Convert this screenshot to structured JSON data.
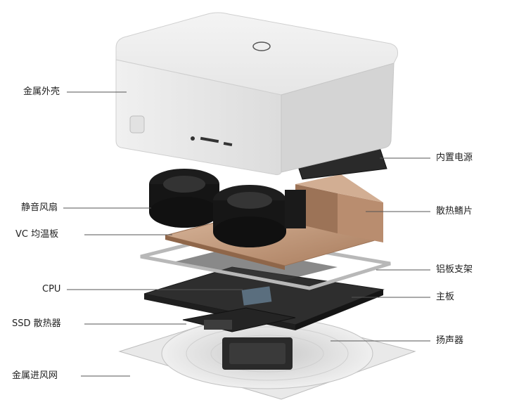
{
  "diagram": {
    "left_labels": [
      {
        "id": "metal-shell",
        "text": "金属外壳"
      },
      {
        "id": "silent-fan",
        "text": "静音风扇"
      },
      {
        "id": "vc-plate",
        "text": "VC 均温板"
      },
      {
        "id": "cpu",
        "text": "CPU"
      },
      {
        "id": "ssd-heatsink",
        "text": "SSD 散热器"
      },
      {
        "id": "metal-intake-mesh",
        "text": "金属进风网"
      }
    ],
    "right_labels": [
      {
        "id": "internal-psu",
        "text": "内置电源"
      },
      {
        "id": "heatsink-fins",
        "text": "散热鳍片"
      },
      {
        "id": "aluminum-bracket",
        "text": "铝板支架"
      },
      {
        "id": "motherboard",
        "text": "主板"
      },
      {
        "id": "speaker",
        "text": "扬声器"
      }
    ]
  },
  "colors": {
    "shell": "#ececec",
    "fan": "#1a1a1a",
    "copper": "#c9a184",
    "board": "#2b2b2b",
    "mesh": "#d8d8d8",
    "line": "#555555"
  }
}
